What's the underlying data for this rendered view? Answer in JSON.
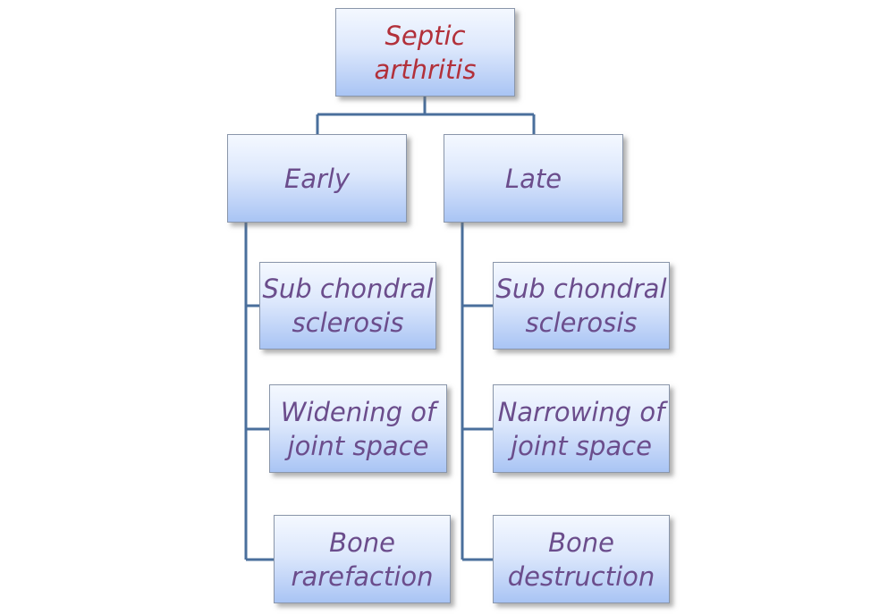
{
  "root": {
    "lines": [
      "Septic",
      "arthritis"
    ],
    "color": "#b2303a"
  },
  "categories": [
    {
      "label": "Early",
      "items": [
        {
          "lines": [
            "Sub chondral",
            "sclerosis"
          ]
        },
        {
          "lines": [
            "Widening of",
            "joint space"
          ]
        },
        {
          "lines": [
            "Bone",
            "rarefaction"
          ]
        }
      ]
    },
    {
      "label": "Late",
      "items": [
        {
          "lines": [
            "Sub chondral",
            "sclerosis"
          ]
        },
        {
          "lines": [
            "Narrowing of",
            "joint space"
          ]
        },
        {
          "lines": [
            "Bone",
            "destruction"
          ]
        }
      ]
    }
  ],
  "colors": {
    "text": "#6b4d8c",
    "connector": "#4a6f9c",
    "box_top": "#f4f8ff",
    "box_bottom": "#a9c4f4"
  }
}
